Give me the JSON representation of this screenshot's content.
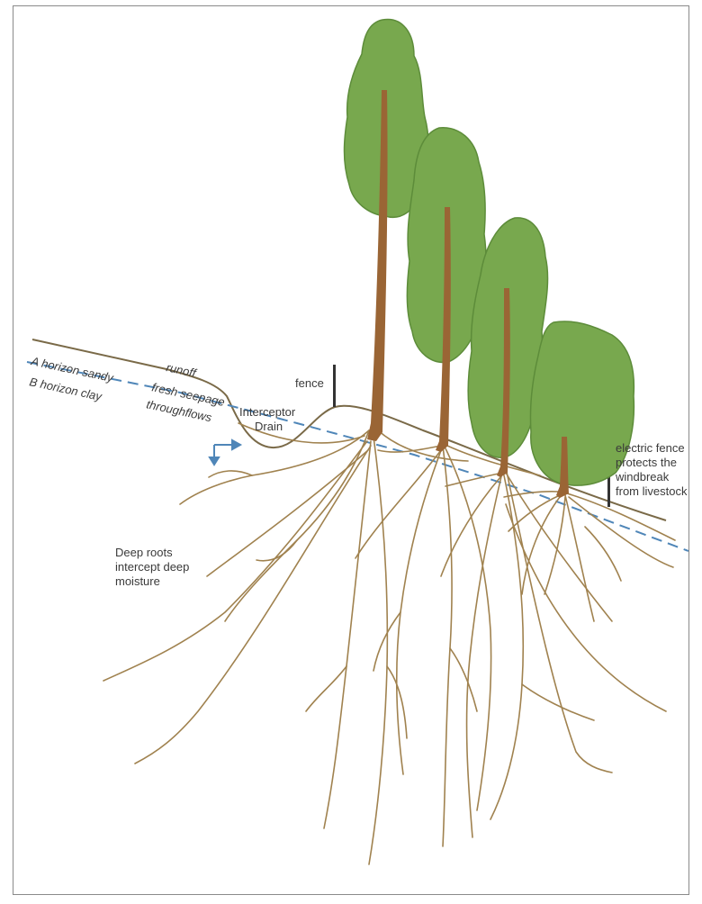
{
  "labels": {
    "runoff": "runoff",
    "a_horizon": "A horizon sandy",
    "b_horizon": "B horizon clay",
    "seepage_1": "fresh seepage",
    "seepage_2": "throughflows",
    "drain_1": "Interceptor",
    "drain_2": "Drain",
    "fence": "fence",
    "deep_roots_1": "Deep roots",
    "deep_roots_2": "intercept deep",
    "deep_roots_3": "moisture",
    "electric_1": "electric fence",
    "electric_2": "protects the",
    "electric_3": "windbreak",
    "electric_4": "from livestock"
  },
  "colors": {
    "foliage": "#78a84e",
    "foliage_edge": "#5d8c3a",
    "trunk": "#9a6535",
    "root": "#a0824f",
    "ground": "#7a6a48",
    "water": "#4f86b8",
    "fence": "#333333",
    "text": "#3a3a3a"
  }
}
